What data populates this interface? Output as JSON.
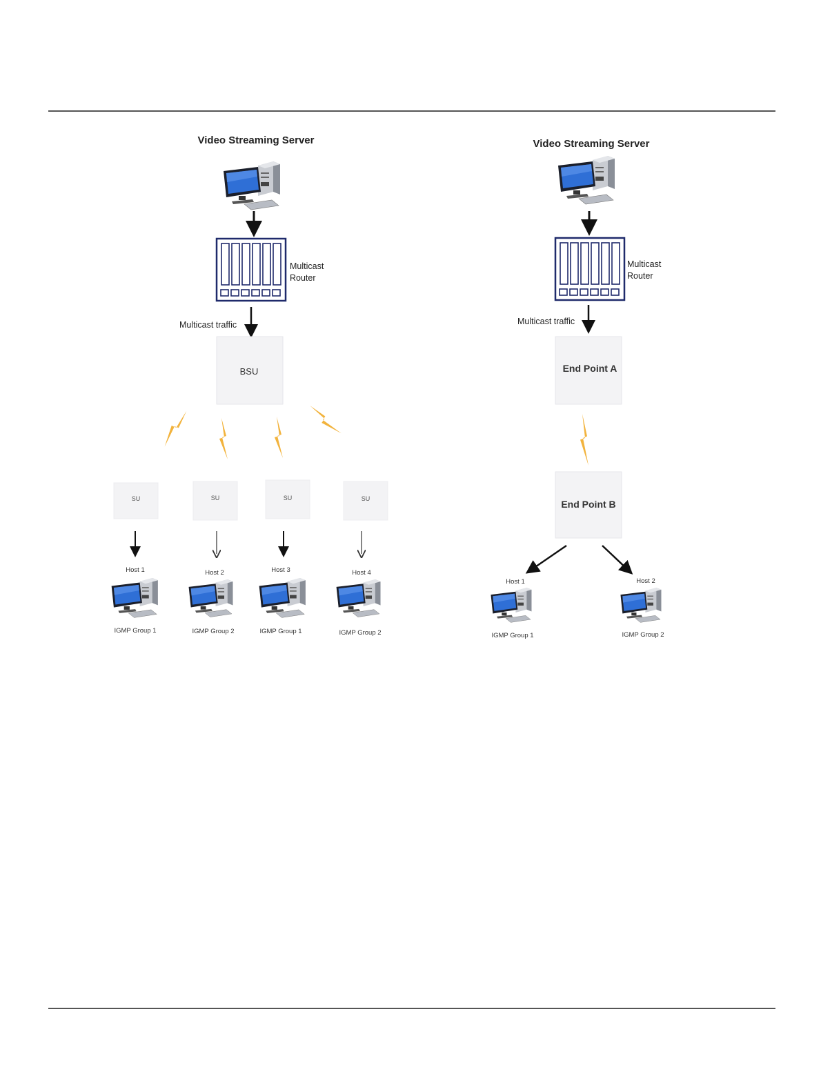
{
  "left": {
    "title": "Video Streaming Server",
    "router_label_1": "Multicast",
    "router_label_2": "Router",
    "traffic_label": "Multicast traffic",
    "bsu_label": "BSU",
    "su_label": "SU",
    "hosts": [
      {
        "name": "Host 1",
        "group": "IGMP Group 1"
      },
      {
        "name": "Host 2",
        "group": "IGMP Group 2"
      },
      {
        "name": "Host 3",
        "group": "IGMP Group 1"
      },
      {
        "name": "Host 4",
        "group": "IGMP Group 2"
      }
    ]
  },
  "right": {
    "title": "Video Streaming Server",
    "router_label_1": "Multicast",
    "router_label_2": "Router",
    "traffic_label": "Multicast traffic",
    "endpoint_a": "End Point A",
    "endpoint_b": "End Point B",
    "hosts": [
      {
        "name": "Host 1",
        "group": "IGMP Group 1"
      },
      {
        "name": "Host 2",
        "group": "IGMP Group 2"
      }
    ]
  },
  "colors": {
    "lightning": "#f2b33d",
    "router_border": "#1f2a6b",
    "screen": "#2f6fd6",
    "box_fill": "#f3f3f5"
  }
}
